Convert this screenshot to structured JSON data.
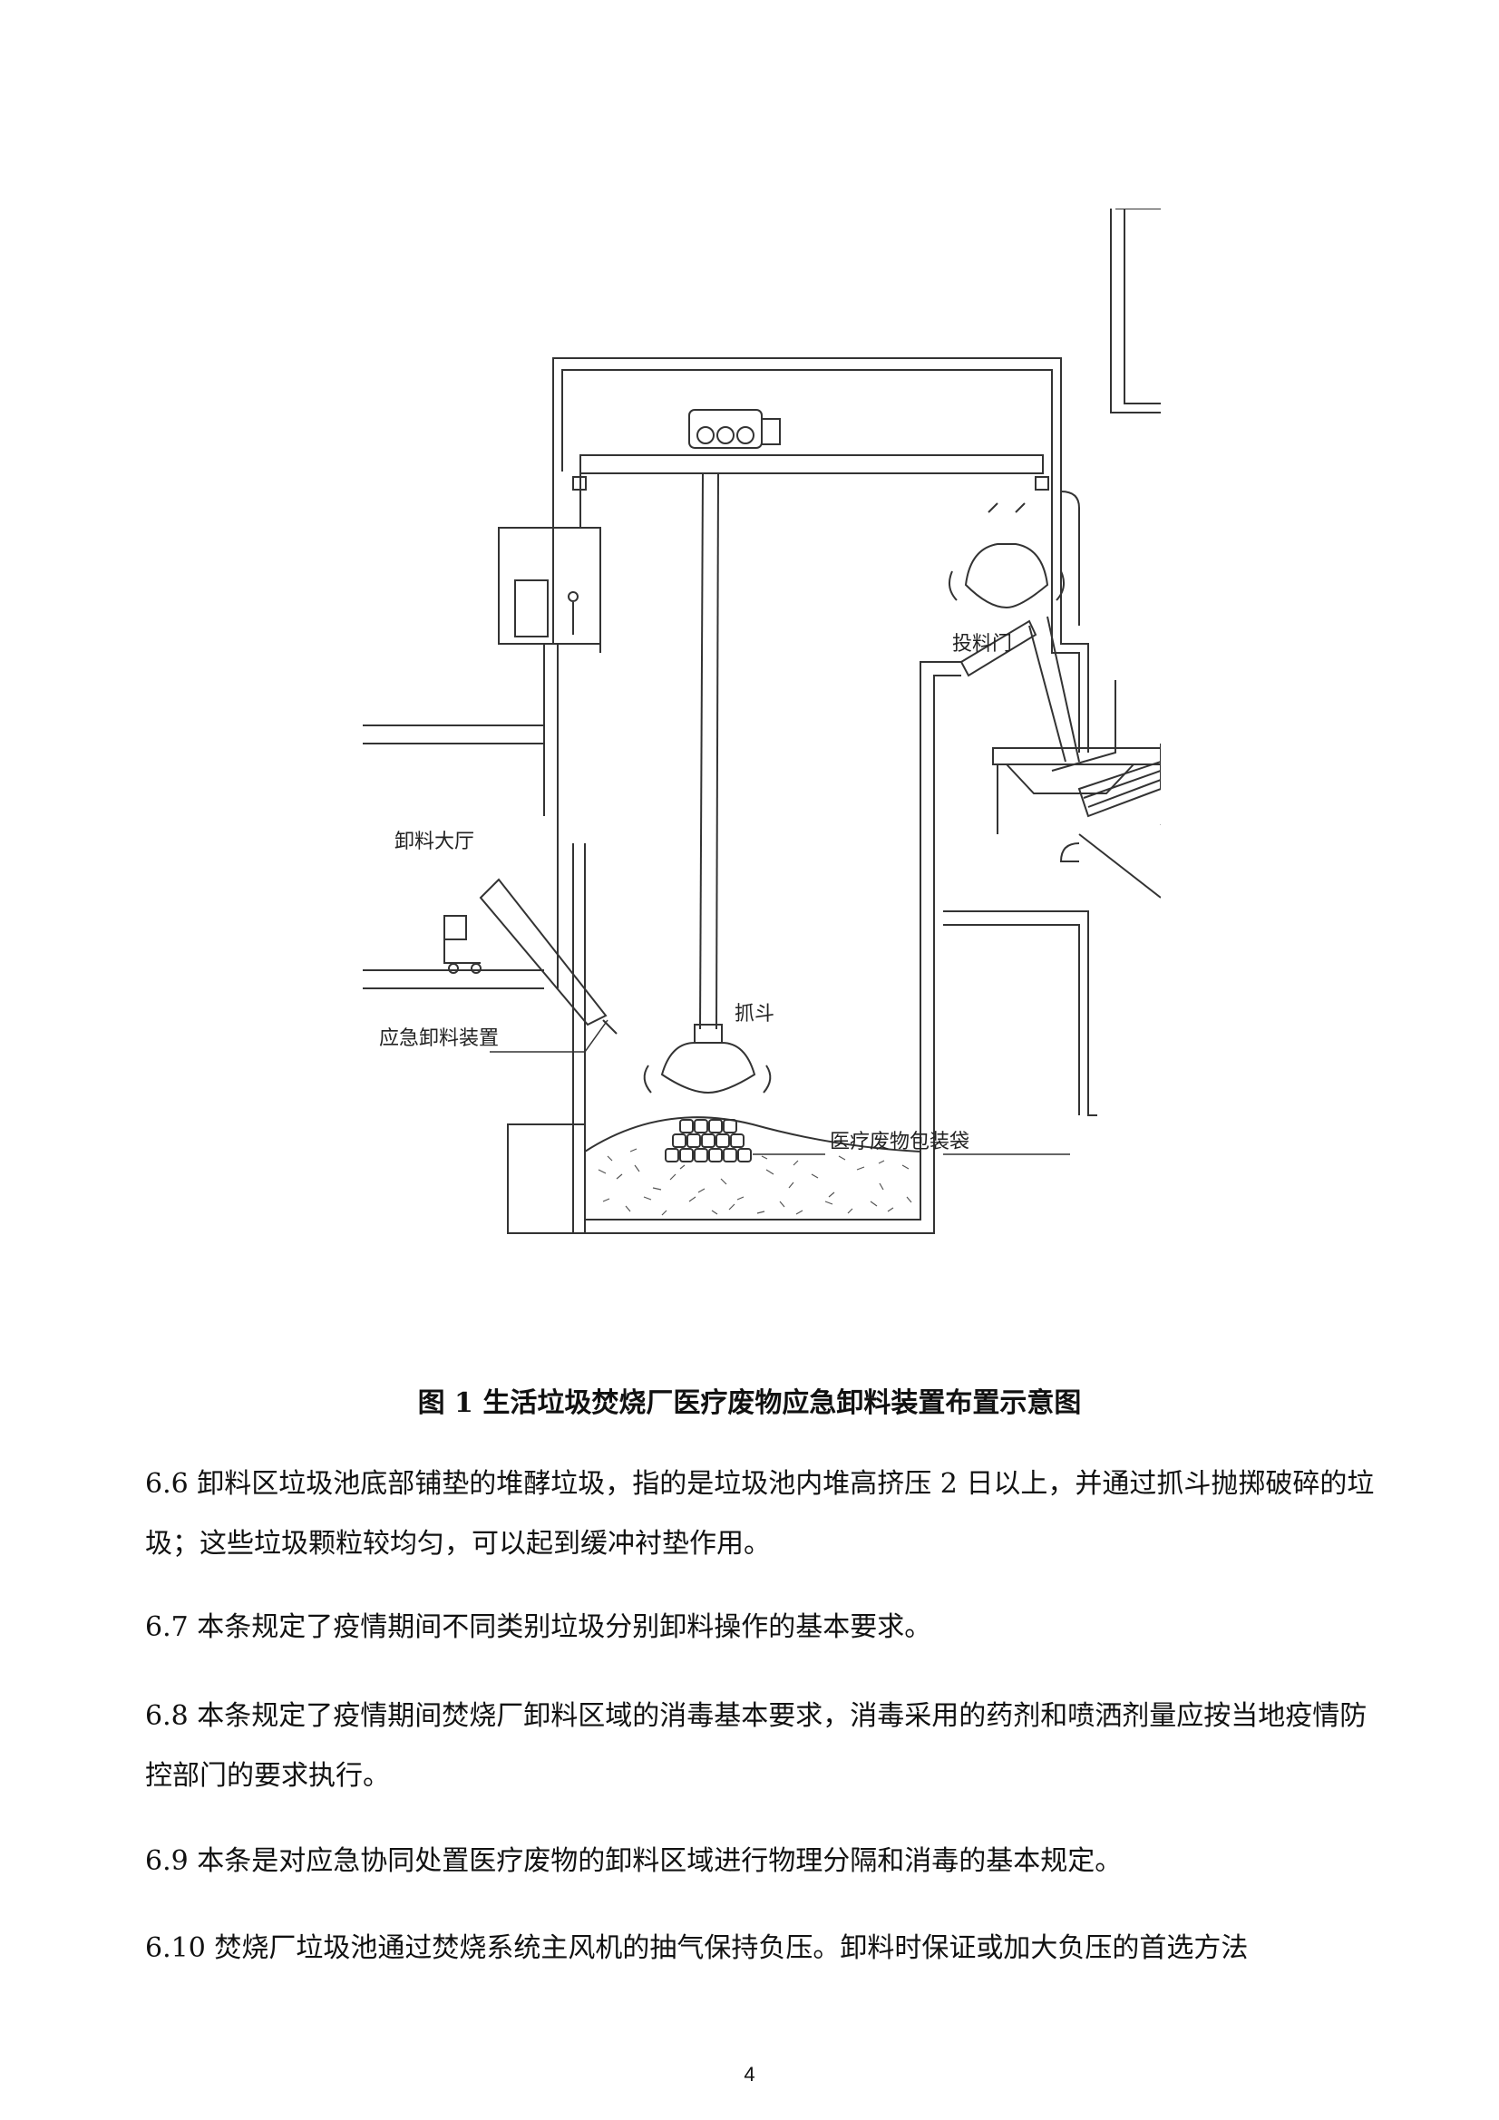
{
  "figure": {
    "labels": {
      "feed_door": "投料门",
      "unloading_hall": "卸料大厅",
      "emergency_device": "应急卸料装置",
      "grab_bucket": "抓斗",
      "medical_bags": "医疗废物包装袋"
    }
  },
  "caption": "图 1  生活垃圾焚烧厂医疗废物应急卸料装置布置示意图",
  "paragraphs": {
    "p66": "6.6  卸料区垃圾池底部铺垫的堆酵垃圾，指的是垃圾池内堆高挤压 2 日以上，并通过抓斗抛掷破碎的垃圾；这些垃圾颗粒较均匀，可以起到缓冲衬垫作用。",
    "p67": "6.7  本条规定了疫情期间不同类别垃圾分别卸料操作的基本要求。",
    "p68": "6.8  本条规定了疫情期间焚烧厂卸料区域的消毒基本要求，消毒采用的药剂和喷洒剂量应按当地疫情防控部门的要求执行。",
    "p69": "6.9  本条是对应急协同处置医疗废物的卸料区域进行物理分隔和消毒的基本规定。",
    "p610": "6.10  焚烧厂垃圾池通过焚烧系统主风机的抽气保持负压。卸料时保证或加大负压的首选方法"
  },
  "page_number": "4"
}
